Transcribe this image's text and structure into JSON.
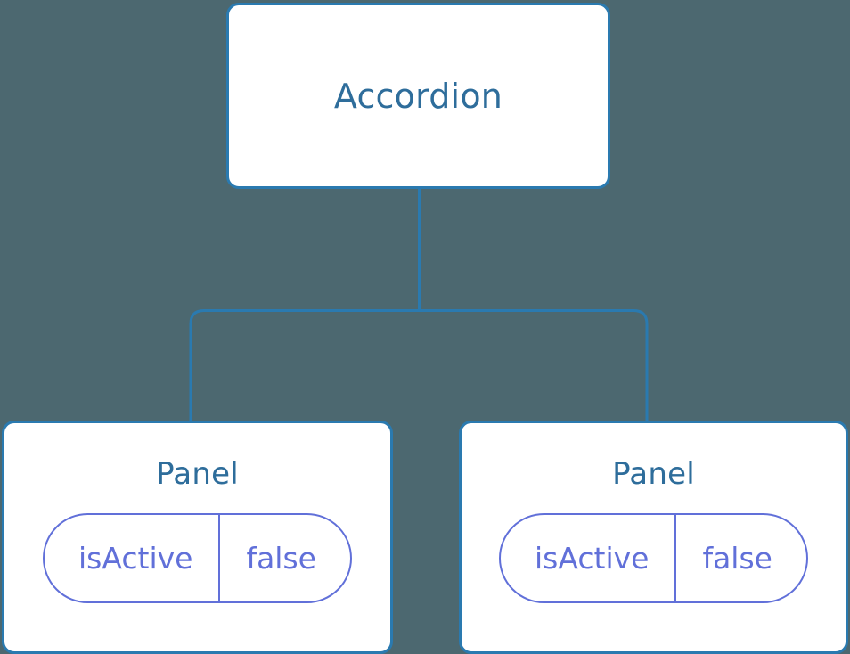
{
  "diagram": {
    "type": "component-tree",
    "background_color": "#4c6870",
    "node_border_color": "#2a7ab0",
    "node_title_color": "#2e6d9b",
    "state_color": "#6170d9",
    "connector_color": "#2a7ab0"
  },
  "root": {
    "title": "Accordion"
  },
  "children": [
    {
      "title": "Panel",
      "state": {
        "key": "isActive",
        "value": "false"
      }
    },
    {
      "title": "Panel",
      "state": {
        "key": "isActive",
        "value": "false"
      }
    }
  ]
}
